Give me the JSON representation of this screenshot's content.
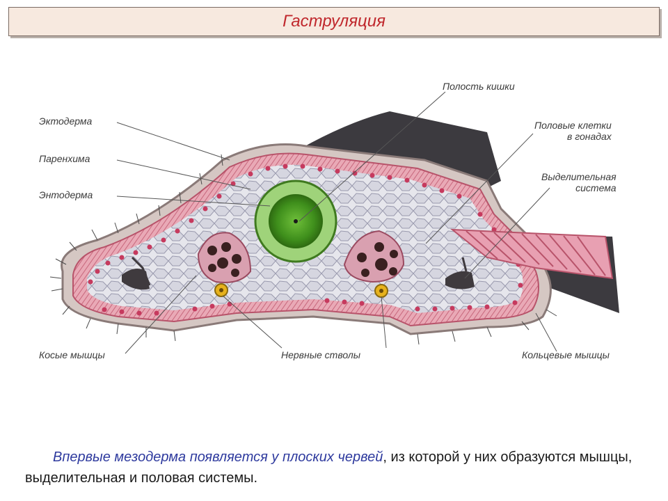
{
  "title": "Гаструляция",
  "labels": {
    "ectoderm": "Эктодерма",
    "parenchyma": "Паренхима",
    "entoderm": "Энтодерма",
    "gut_cavity": "Полость кишки",
    "sex_cells_1": "Половые клетки",
    "sex_cells_2": "в гонадах",
    "excretory_1": "Выделительная",
    "excretory_2": "система",
    "oblique_muscles": "Косые мышцы",
    "nerve_trunks": "Нервные стволы",
    "ring_muscles": "Кольцевые мышцы"
  },
  "caption": {
    "emphasis": "Впервые мезодерма появляется у плоских червей",
    "rest": ", из которой у них образуются мышцы, выделительная и половая системы."
  },
  "colors": {
    "title": "#c0282d",
    "title_bg": "#f7e9df",
    "caption_emphasis": "#2e3a9e"
  }
}
